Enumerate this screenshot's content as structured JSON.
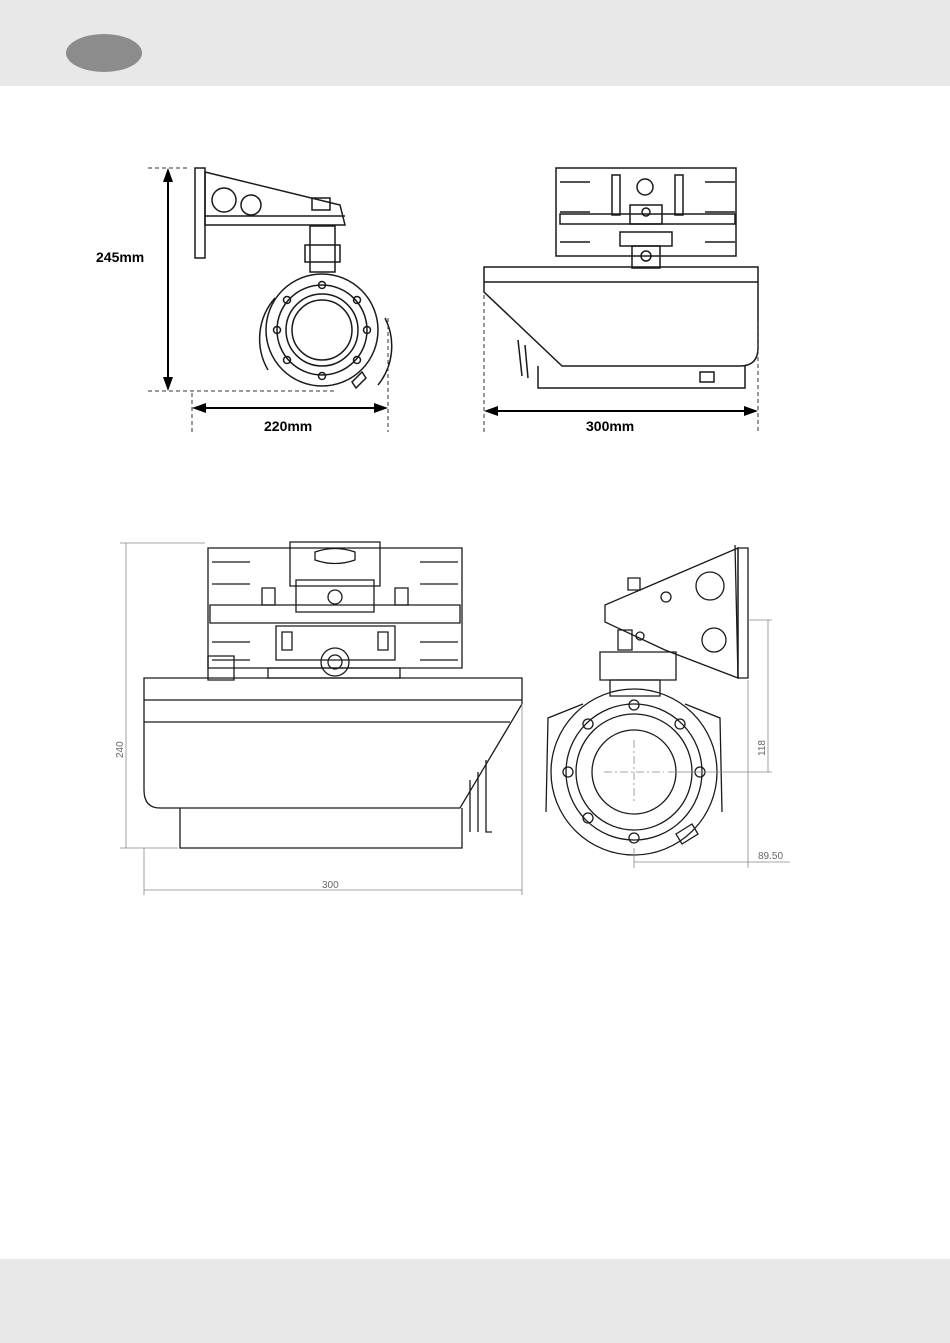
{
  "top_views": {
    "side_view": {
      "height_label": "245mm",
      "width_label": "220mm"
    },
    "front_view": {
      "width_label": "300mm"
    }
  },
  "technical_drawing": {
    "front_view": {
      "height_label": "240",
      "width_label": "300"
    },
    "side_view": {
      "height_label": "118",
      "offset_label": "89.50"
    }
  },
  "colors": {
    "header": "#e8e8e8",
    "badge": "#8c8c8c",
    "line": "#1a1a1a",
    "dim_line": "#888888"
  }
}
